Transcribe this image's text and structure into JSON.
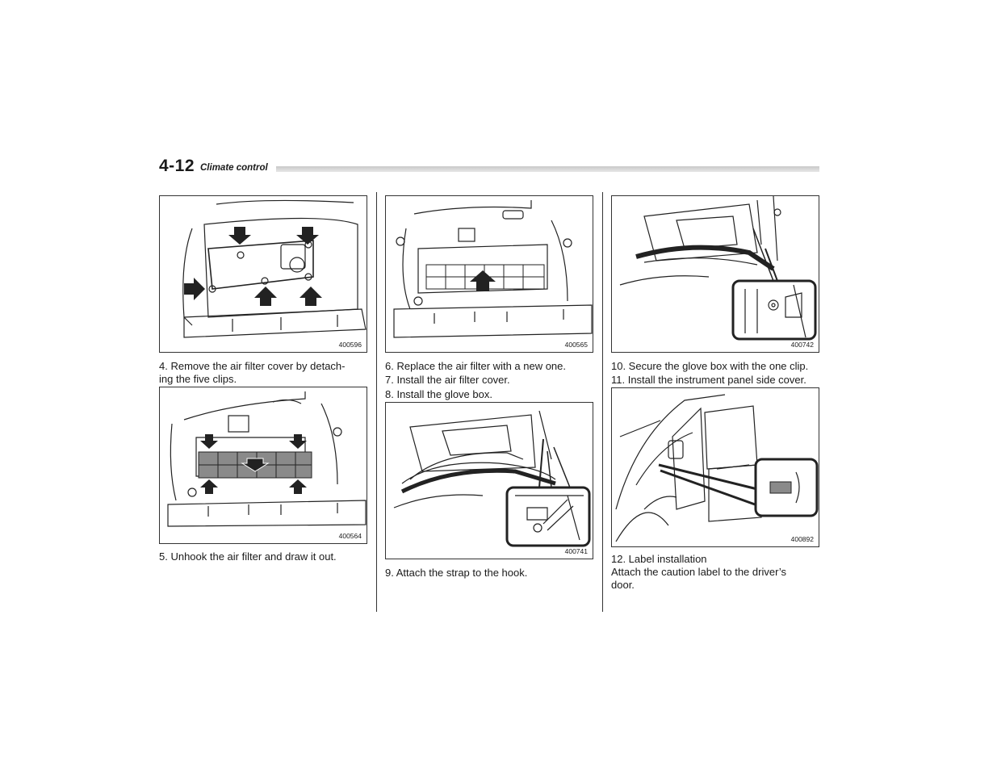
{
  "header": {
    "page_number": "4-12",
    "section_title": "Climate control"
  },
  "figures": {
    "fig1": {
      "code": "400596",
      "icon": "glovebox-filter-cover-arrows"
    },
    "fig2": {
      "code": "400564",
      "icon": "air-filter-unhook-arrows"
    },
    "fig3": {
      "code": "400565",
      "icon": "air-filter-insert-arrow"
    },
    "fig4": {
      "code": "400741",
      "icon": "glovebox-strap-hook"
    },
    "fig5": {
      "code": "400742",
      "icon": "glovebox-clip"
    },
    "fig6": {
      "code": "400892",
      "icon": "door-caution-label"
    }
  },
  "steps": {
    "step4_line1": "4.  Remove the air filter cover by detach-",
    "step4_line2": "ing the five clips.",
    "step5": "5.  Unhook the air filter and draw it out.",
    "step6": "6.  Replace the air filter with a new one.",
    "step7": "7.  Install the air filter cover.",
    "step8": "8.  Install the glove box.",
    "step9": "9.  Attach the strap to the hook.",
    "step10": "10. Secure the glove box with the one clip.",
    "step11": "11. Install the instrument panel side cover.",
    "step12_title": "12. Label installation",
    "step12_line1": "Attach  the  caution  label  to  the  driver’s",
    "step12_line2": "door."
  }
}
